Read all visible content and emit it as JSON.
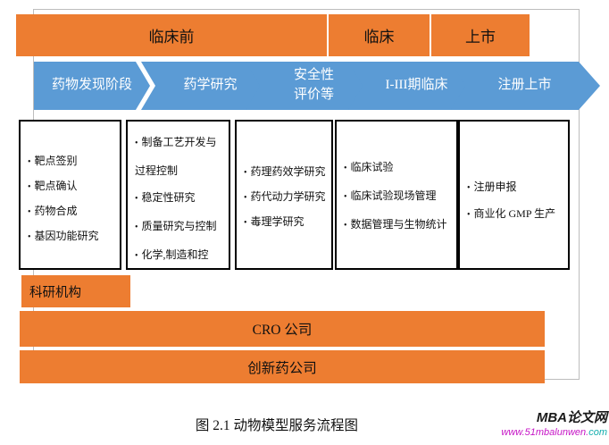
{
  "colors": {
    "orange": "#ED7D31",
    "blue": "#5B9BD5",
    "frame_gray": "#BDBDBD",
    "watermark_pink": "#C615C6",
    "watermark_teal": "#12ADAD"
  },
  "phase_bar": {
    "segments": [
      {
        "label": "临床前"
      },
      {
        "label": "临床"
      },
      {
        "label": "上市"
      }
    ]
  },
  "stage_band": {
    "segments": [
      {
        "label": "药物发现阶段"
      },
      {
        "label": "药学研究"
      },
      {
        "line1": "安全性",
        "line2": "评价等"
      },
      {
        "label": "I-III期临床"
      },
      {
        "label": "注册上市"
      }
    ]
  },
  "detail_boxes": [
    {
      "items": [
        "靶点签别",
        "靶点确认",
        "药物合成",
        "基因功能研究"
      ]
    },
    {
      "items": [
        "制备工艺开发与过程控制",
        "稳定性研究",
        "质量研究与控制",
        "化学,制造和控"
      ]
    },
    {
      "items": [
        "药理药效学研究",
        "药代动力学研究",
        "毒理学研究"
      ]
    },
    {
      "items": [
        "临床试验",
        "临床试验现场管理",
        "数据管理与生物统计"
      ]
    },
    {
      "items": [
        "注册申报",
        "商业化 GMP 生产"
      ]
    }
  ],
  "actor_bars": [
    {
      "label": "科研机构"
    },
    {
      "label": "CRO 公司"
    },
    {
      "label": "创新药公司"
    }
  ],
  "caption": "图 2.1 动物模型服务流程图",
  "watermark": {
    "brand": "MBA论文网",
    "url_main": "www.51mbalunwen.",
    "url_tld": "com"
  }
}
